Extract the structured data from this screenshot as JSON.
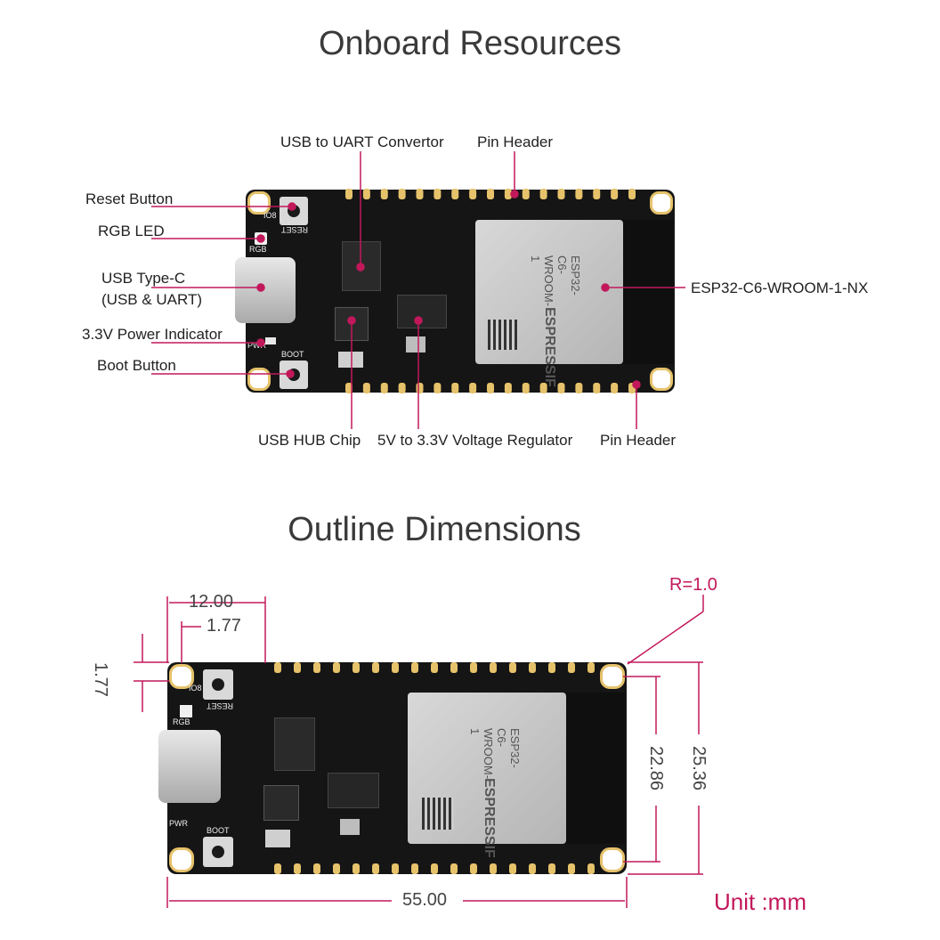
{
  "titles": {
    "onboard": "Onboard Resources",
    "outline": "Outline Dimensions"
  },
  "labels": {
    "usb_uart": "USB to UART Convertor",
    "pin_header_top": "Pin Header",
    "reset_button": "Reset Button",
    "rgb_led": "RGB LED",
    "usb_type_c_line1": "USB Type-C",
    "usb_type_c_line2": "(USB & UART)",
    "power_indicator": "3.3V Power Indicator",
    "boot_button": "Boot Button",
    "module": "ESP32-C6-WROOM-1-NX",
    "usb_hub": "USB HUB Chip",
    "regulator": "5V to 3.3V Voltage Regulator",
    "pin_header_bottom": "Pin Header"
  },
  "module_text": {
    "brand": "ESPRESSIF",
    "model": "ESP32-C6-WROOM-1"
  },
  "silkscreen": {
    "reset": "RESET",
    "boot": "BOOT",
    "rgb": "RGB",
    "pwr": "PWR",
    "io8": "IO8"
  },
  "dimensions": {
    "d1": "12.00",
    "d2": "1.77",
    "d3": "1.77",
    "radius": "R=1.0",
    "height_inner": "22.86",
    "height_outer": "25.36",
    "width": "55.00",
    "unit": "Unit :mm"
  },
  "colors": {
    "board": "#151515",
    "pad": "#e6c26b",
    "leader": "#c2185b",
    "module": "#c9c9c9"
  }
}
